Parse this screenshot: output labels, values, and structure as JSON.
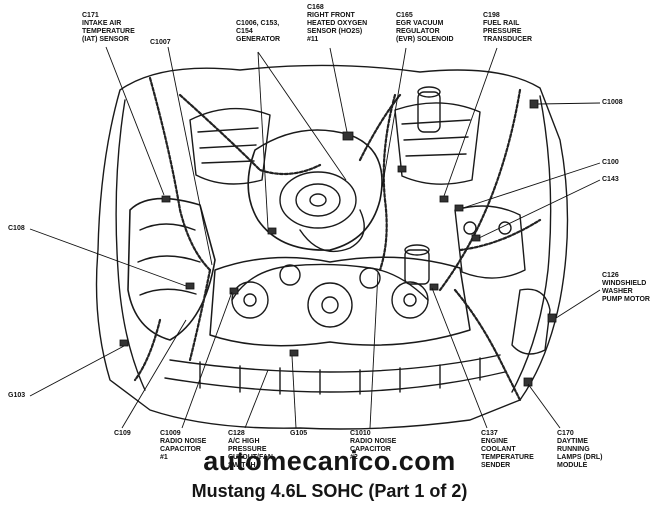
{
  "labels": {
    "c171": [
      "C171",
      "INTAKE AIR",
      "TEMPERATURE",
      "(IAT) SENSOR"
    ],
    "c1007": [
      "C1007"
    ],
    "c1006": [
      "C1006, C153,",
      "C154",
      "GENERATOR"
    ],
    "c168": [
      "C168",
      "RIGHT FRONT",
      "HEATED OXYGEN",
      "SENSOR (HO2S)",
      "#11"
    ],
    "c165": [
      "C165",
      "EGR VACUUM",
      "REGULATOR",
      "(EVR) SOLENOID"
    ],
    "c198": [
      "C198",
      "FUEL RAIL",
      "PRESSURE",
      "TRANSDUCER"
    ],
    "c1008": [
      "C1008"
    ],
    "c100": [
      "C100"
    ],
    "c143": [
      "C143"
    ],
    "c108": [
      "C108"
    ],
    "c126": [
      "C126",
      "WINDSHIELD",
      "WASHER",
      "PUMP MOTOR"
    ],
    "g103": [
      "G103"
    ],
    "c109": [
      "C109"
    ],
    "c1009": [
      "C1009",
      "RADIO NOISE",
      "CAPACITOR",
      "#1"
    ],
    "c128": [
      "C128",
      "A/C HIGH",
      "PRESSURE",
      "CUTOUT/FAN",
      "SWITCH"
    ],
    "g105": [
      "G105"
    ],
    "c1010": [
      "C1010",
      "RADIO NOISE",
      "CAPACITOR",
      "#2"
    ],
    "c137": [
      "C137",
      "ENGINE",
      "COOLANT",
      "TEMPERATURE",
      "SENDER"
    ],
    "c170": [
      "C170",
      "DAYTIME",
      "RUNNING",
      "LAMPS (DRL)",
      "MODULE"
    ]
  },
  "footer": {
    "site": "automecanico.com",
    "title": "Mustang 4.6L SOHC (Part 1 of 2)"
  },
  "colors": {
    "ink": "#111111",
    "background": "#ffffff"
  }
}
